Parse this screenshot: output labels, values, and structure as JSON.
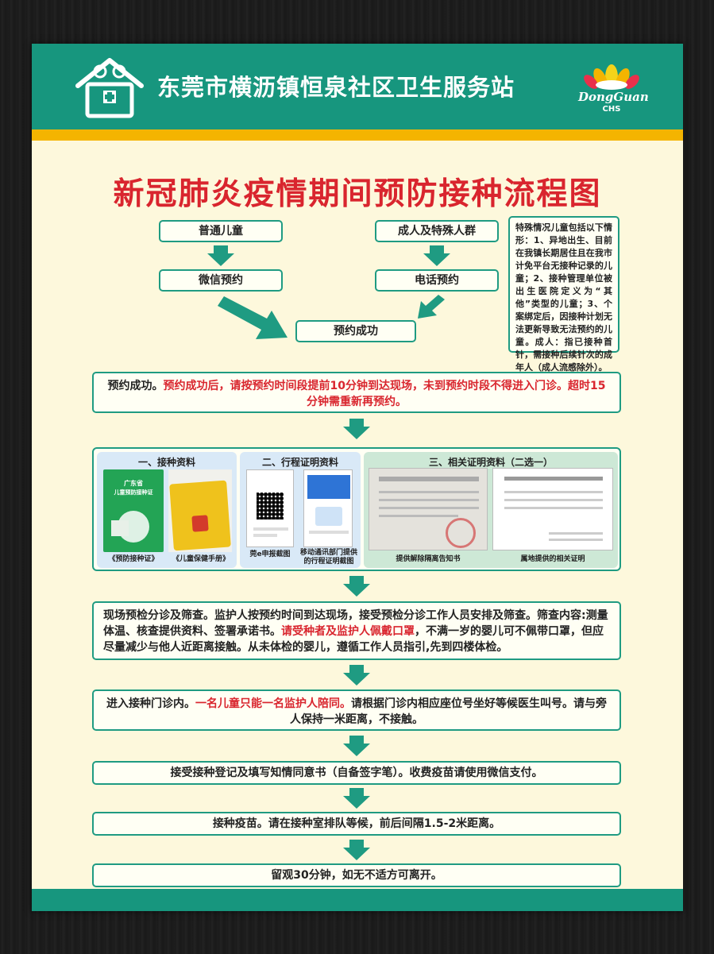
{
  "header": {
    "org_name": "东莞市横沥镇恒泉社区卫生服务站",
    "logo_brand": "DongGuan",
    "logo_sub": "CHS"
  },
  "title": "新冠肺炎疫情期间预防接种流程图",
  "flow": {
    "children": "普通儿童",
    "adults": "成人及特殊人群",
    "wechat": "微信预约",
    "phone": "电话预约",
    "success": "预约成功"
  },
  "special_note": "特殊情况儿童包括以下情形：1、异地出生、目前在我镇长期居住且在我市计免平台无接种记录的儿童；2、接种管理单位被出生医院定义为“其他”类型的儿童；3、个案绑定后，因接种计划无法更新导致无法预约的儿童。成人：指已接种首针，需接种后续针次的成年人（成人流感除外）。",
  "steps": {
    "s1_a": "预约成功。",
    "s1_red": "预约成功后，请按预约时间段提前10分钟到达现场，未到预约时段不得进入门诊。超时15分钟需重新再预约。",
    "s3_a": "现场预检分诊及筛查。监护人按预约时间到达现场，接受预检分诊工作人员安排及筛查。筛查内容:测量体温、核查提供资料、签署承诺书。",
    "s3_red": "请受种者及监护人佩戴口罩",
    "s3_b": "，不满一岁的婴儿可不佩带口罩，但应尽量减少与他人近距离接触。从未体检的婴儿，遵循工作人员指引,先到四楼体检。",
    "s4_a": "进入接种门诊内。",
    "s4_red": "一名儿童只能一名监护人陪同。",
    "s4_b": "请根据门诊内相应座位号坐好等候医生叫号。请与旁人保持一米距离，不接触。",
    "s5": "接受接种登记及填写知情同意书（自备签字笔）。收费疫苗请使用微信支付。",
    "s6": "接种疫苗。请在接种室排队等候，前后间隔1.5-2米距离。",
    "s7": "留观30分钟，如无不适方可离开。"
  },
  "docs": {
    "p1_title": "一、接种资料",
    "p1_cap1": "《预防接种证》",
    "p1_cap2": "《儿童保健手册》",
    "p1_book_line1": "广东省",
    "p1_book_line2": "儿童预防接种证",
    "p2_title": "二、行程证明资料",
    "p2_cap1": "莞e申报截图",
    "p2_cap2": "移动通讯部门提供的行程证明截图",
    "p3_title": "三、相关证明资料（二选一）",
    "p3_cap1": "提供解除隔离告知书",
    "p3_cap2": "属地提供的相关证明"
  },
  "colors": {
    "teal": "#17967e",
    "yellow": "#f4b400",
    "red": "#d9252e",
    "cream": "#fdf8dc"
  }
}
